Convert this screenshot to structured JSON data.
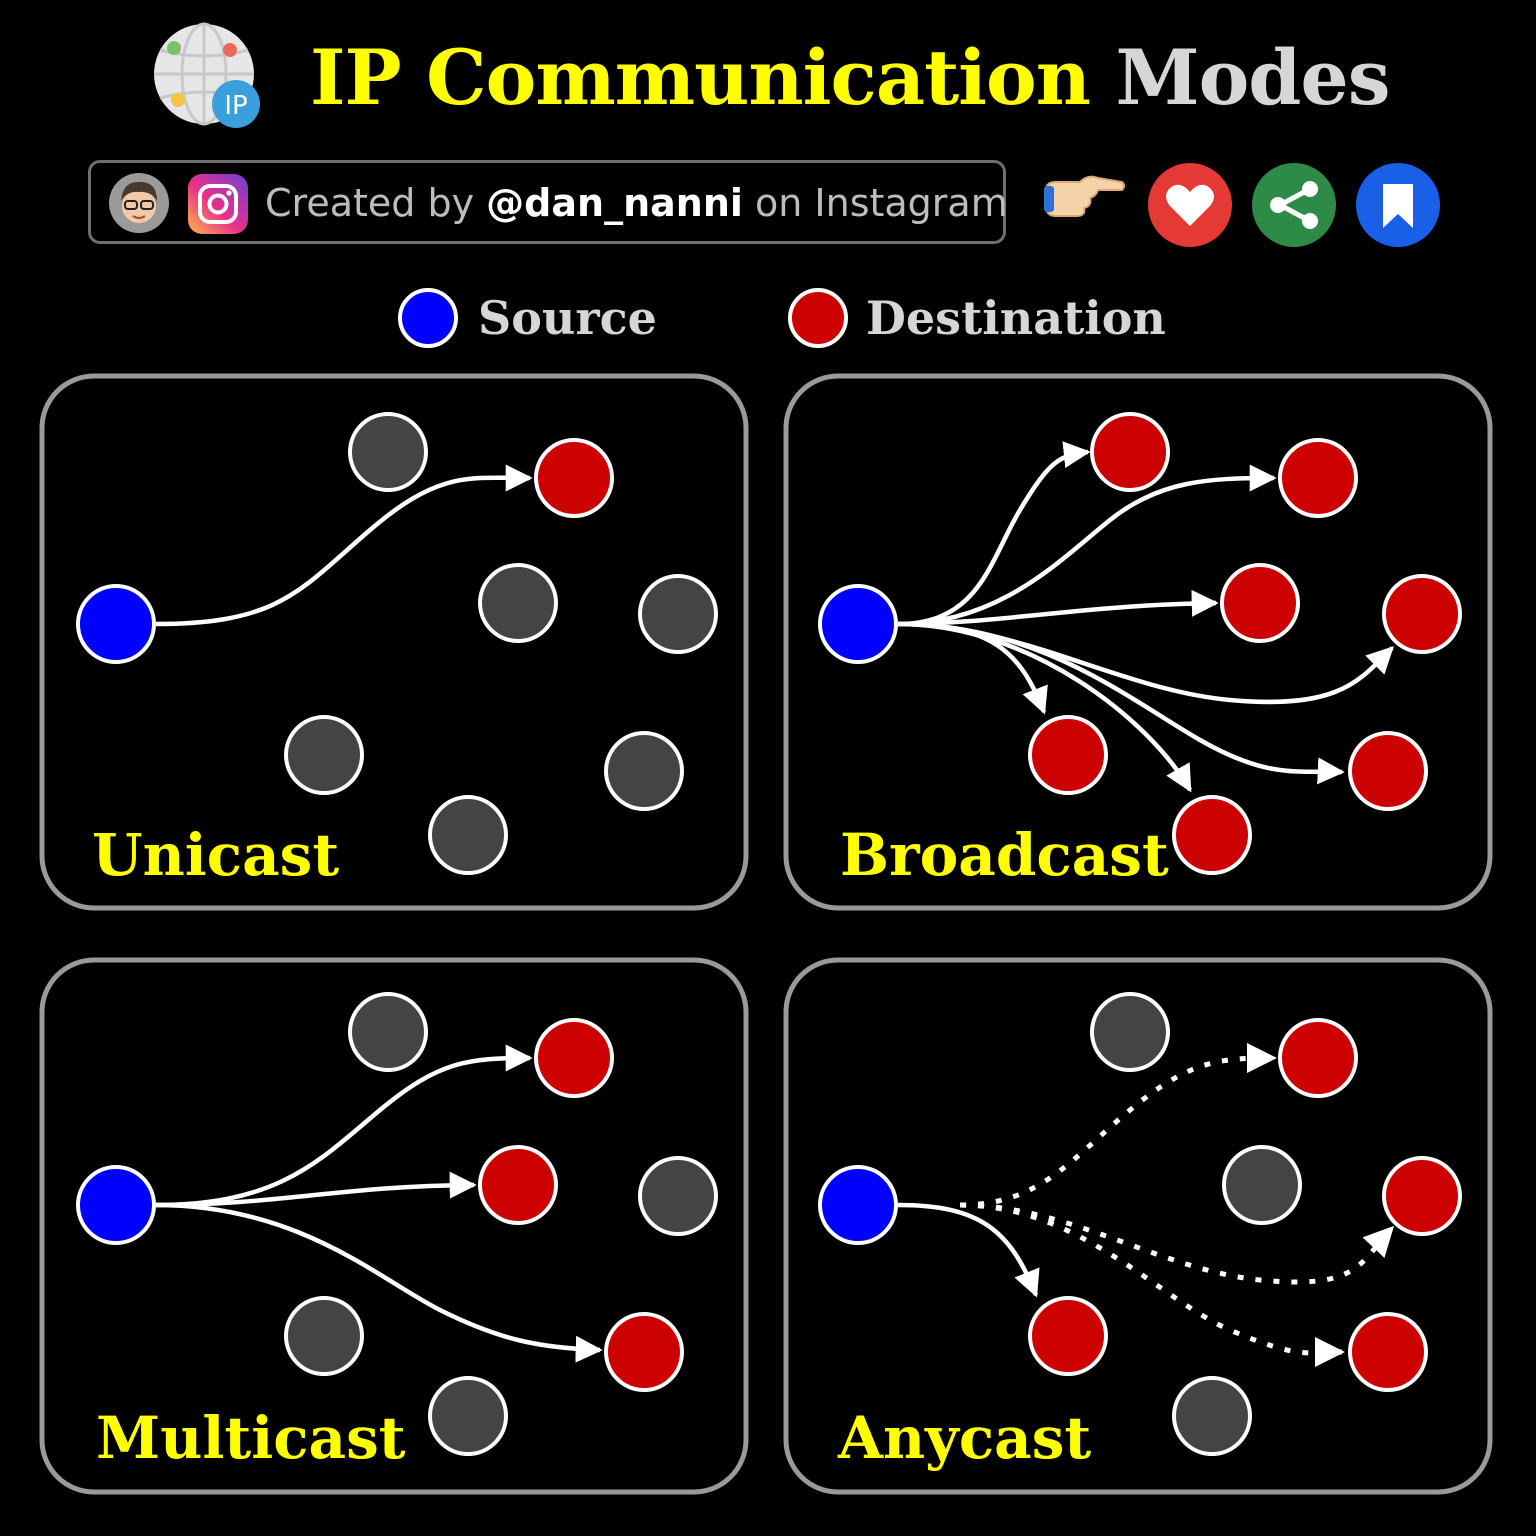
{
  "header": {
    "title_highlight": "IP Communication",
    "title_rest": "Modes",
    "logo_badge": "IP",
    "logo_icon": "globe-network-icon"
  },
  "credit": {
    "prefix": "Created by",
    "handle": "@dan_nanni",
    "suffix": "on Instagram",
    "avatar_icon": "memoji-avatar-icon",
    "platform_icon": "instagram-icon"
  },
  "actions": [
    {
      "name": "pointing-hand-icon"
    },
    {
      "name": "like-button",
      "icon": "heart-icon",
      "color": "#e53935"
    },
    {
      "name": "share-button",
      "icon": "share-icon",
      "color": "#2e8b47"
    },
    {
      "name": "save-button",
      "icon": "bookmark-icon",
      "color": "#1a5fe8"
    }
  ],
  "legend": {
    "source_label": "Source",
    "destination_label": "Destination"
  },
  "colors": {
    "source": "#0000ff",
    "destination": "#cc0000",
    "other": "#444444",
    "title_accent": "#ffff00",
    "panel_border": "#9a9a9a"
  },
  "panels": [
    {
      "id": "unicast",
      "label": "Unicast"
    },
    {
      "id": "broadcast",
      "label": "Broadcast"
    },
    {
      "id": "multicast",
      "label": "Multicast"
    },
    {
      "id": "anycast",
      "label": "Anycast"
    }
  ]
}
